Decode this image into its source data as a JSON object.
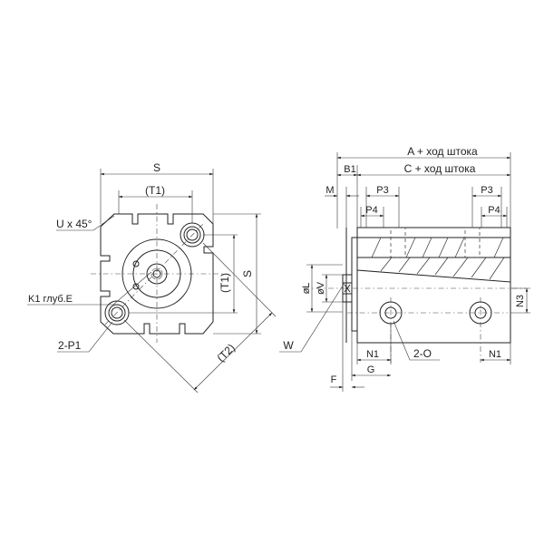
{
  "front_view": {
    "dim_s_top": "S",
    "dim_t1_top": "(T1)",
    "dim_s_side": "S",
    "dim_t1_side": "(T1)",
    "dim_t2": "(T2)",
    "label_chamfer": "U x 45°",
    "label_thread": "K1 глуб.E",
    "label_holes": "2-P1"
  },
  "side_view": {
    "dim_a": "A + ход штока",
    "dim_b1": "B1",
    "dim_c": "C + ход штока",
    "dim_m": "M",
    "dim_p3_left": "P3",
    "dim_p3_right": "P3",
    "dim_p4_left": "P4",
    "dim_p4_right": "P4",
    "dim_l": "øL",
    "dim_v": "øV",
    "dim_n3": "N3",
    "dim_w": "W",
    "dim_n1_left": "N1",
    "dim_n1_right": "N1",
    "dim_g": "G",
    "dim_f": "F",
    "label_ports": "2-O"
  }
}
